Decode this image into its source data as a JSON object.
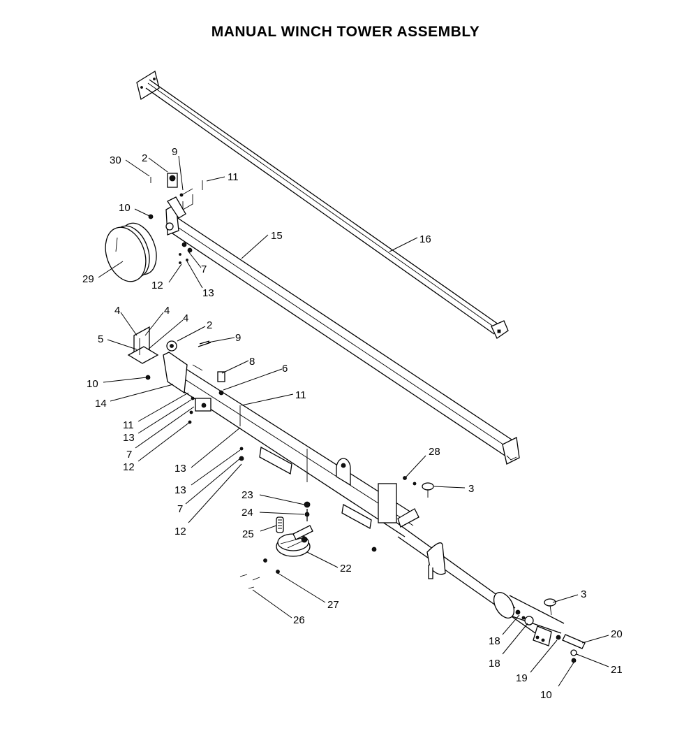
{
  "title": "MANUAL WINCH TOWER ASSEMBLY",
  "callouts": [
    {
      "id": "c30",
      "label": "30"
    },
    {
      "id": "c2a",
      "label": "2"
    },
    {
      "id": "c9a",
      "label": "9"
    },
    {
      "id": "c11a",
      "label": "11"
    },
    {
      "id": "c10a",
      "label": "10"
    },
    {
      "id": "c15",
      "label": "15"
    },
    {
      "id": "c16",
      "label": "16"
    },
    {
      "id": "c29",
      "label": "29"
    },
    {
      "id": "c7a",
      "label": "7"
    },
    {
      "id": "c12a",
      "label": "12"
    },
    {
      "id": "c13a",
      "label": "13"
    },
    {
      "id": "c4a",
      "label": "4"
    },
    {
      "id": "c4b",
      "label": "4"
    },
    {
      "id": "c4c",
      "label": "4"
    },
    {
      "id": "c2b",
      "label": "2"
    },
    {
      "id": "c5",
      "label": "5"
    },
    {
      "id": "c9b",
      "label": "9"
    },
    {
      "id": "c8",
      "label": "8"
    },
    {
      "id": "c6",
      "label": "6"
    },
    {
      "id": "c10b",
      "label": "10"
    },
    {
      "id": "c14",
      "label": "14"
    },
    {
      "id": "c11b",
      "label": "11"
    },
    {
      "id": "c11c",
      "label": "11"
    },
    {
      "id": "c13b",
      "label": "13"
    },
    {
      "id": "c7b",
      "label": "7"
    },
    {
      "id": "c12b",
      "label": "12"
    },
    {
      "id": "c13c",
      "label": "13"
    },
    {
      "id": "c13d",
      "label": "13"
    },
    {
      "id": "c7c",
      "label": "7"
    },
    {
      "id": "c12c",
      "label": "12"
    },
    {
      "id": "c28",
      "label": "28"
    },
    {
      "id": "c3a",
      "label": "3"
    },
    {
      "id": "c23",
      "label": "23"
    },
    {
      "id": "c24",
      "label": "24"
    },
    {
      "id": "c25",
      "label": "25"
    },
    {
      "id": "c22",
      "label": "22"
    },
    {
      "id": "c27",
      "label": "27"
    },
    {
      "id": "c26",
      "label": "26"
    },
    {
      "id": "c3b",
      "label": "3"
    },
    {
      "id": "c20",
      "label": "20"
    },
    {
      "id": "c18a",
      "label": "18"
    },
    {
      "id": "c18b",
      "label": "18"
    },
    {
      "id": "c21",
      "label": "21"
    },
    {
      "id": "c19",
      "label": "19"
    },
    {
      "id": "c10c",
      "label": "10"
    }
  ]
}
